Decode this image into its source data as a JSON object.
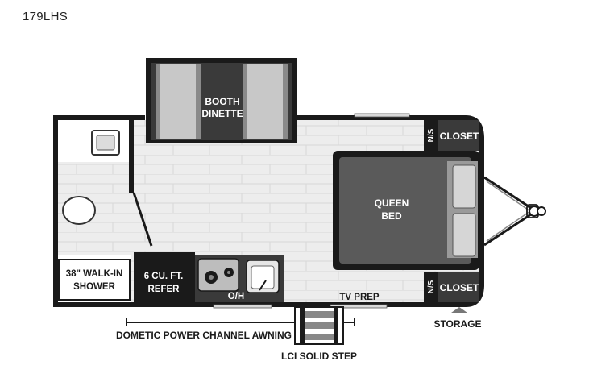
{
  "model": "179LHS",
  "rooms": {
    "booth_dinette_line1": "BOOTH",
    "booth_dinette_line2": "DINETTE",
    "queen_bed_line1": "QUEEN",
    "queen_bed_line2": "BED",
    "shower_line1": "38\" WALK-IN",
    "shower_line2": "SHOWER",
    "refer_line1": "6 CU. FT.",
    "refer_line2": "REFER",
    "oh": "O/H",
    "tv_prep": "TV PREP",
    "ns_top": "N/S",
    "closet_top": "CLOSET",
    "ns_bottom": "N/S",
    "closet_bottom": "CLOSET"
  },
  "exterior": {
    "awning": "DOMETIC POWER CHANNEL AWNING",
    "step": "LCI SOLID STEP",
    "storage": "STORAGE"
  }
}
